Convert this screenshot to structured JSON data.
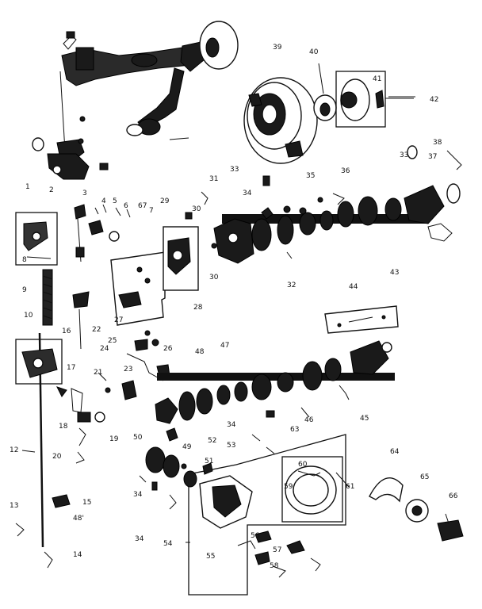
{
  "diagram": {
    "part_labels": [
      {
        "id": "p1",
        "text": "1"
      },
      {
        "id": "p2",
        "text": "2"
      },
      {
        "id": "p3",
        "text": "3"
      },
      {
        "id": "p4",
        "text": "4"
      },
      {
        "id": "p5",
        "text": "5"
      },
      {
        "id": "p6",
        "text": "6"
      },
      {
        "id": "p67",
        "text": "67"
      },
      {
        "id": "p7",
        "text": "7"
      },
      {
        "id": "p8",
        "text": "8"
      },
      {
        "id": "p9",
        "text": "9"
      },
      {
        "id": "p10",
        "text": "10"
      },
      {
        "id": "p16",
        "text": "16"
      },
      {
        "id": "p22",
        "text": "22"
      },
      {
        "id": "p17",
        "text": "17"
      },
      {
        "id": "p21",
        "text": "21"
      },
      {
        "id": "p23",
        "text": "23"
      },
      {
        "id": "p24",
        "text": "24"
      },
      {
        "id": "p25",
        "text": "25"
      },
      {
        "id": "p26",
        "text": "26"
      },
      {
        "id": "p27",
        "text": "27"
      },
      {
        "id": "p28",
        "text": "28"
      },
      {
        "id": "p29",
        "text": "29"
      },
      {
        "id": "p30a",
        "text": "30"
      },
      {
        "id": "p30b",
        "text": "30"
      },
      {
        "id": "p31",
        "text": "31"
      },
      {
        "id": "p33a",
        "text": "33"
      },
      {
        "id": "p34a",
        "text": "34"
      },
      {
        "id": "p35",
        "text": "35"
      },
      {
        "id": "p36",
        "text": "36"
      },
      {
        "id": "p32",
        "text": "32"
      },
      {
        "id": "p39",
        "text": "39"
      },
      {
        "id": "p40",
        "text": "40"
      },
      {
        "id": "p41",
        "text": "41"
      },
      {
        "id": "p42",
        "text": "42"
      },
      {
        "id": "p33b",
        "text": "33"
      },
      {
        "id": "p37",
        "text": "37"
      },
      {
        "id": "p38",
        "text": "38"
      },
      {
        "id": "p43",
        "text": "43"
      },
      {
        "id": "p44",
        "text": "44"
      },
      {
        "id": "p45",
        "text": "45"
      },
      {
        "id": "p46",
        "text": "46"
      },
      {
        "id": "p47",
        "text": "47"
      },
      {
        "id": "p48a",
        "text": "48"
      },
      {
        "id": "p63",
        "text": "63"
      },
      {
        "id": "p34b",
        "text": "34"
      },
      {
        "id": "p18",
        "text": "18"
      },
      {
        "id": "p19",
        "text": "19"
      },
      {
        "id": "p50",
        "text": "50"
      },
      {
        "id": "p49",
        "text": "49"
      },
      {
        "id": "p52",
        "text": "52"
      },
      {
        "id": "p53",
        "text": "53"
      },
      {
        "id": "p51",
        "text": "51"
      },
      {
        "id": "p12",
        "text": "12"
      },
      {
        "id": "p20",
        "text": "20"
      },
      {
        "id": "p34c",
        "text": "34"
      },
      {
        "id": "p13",
        "text": "13"
      },
      {
        "id": "p15",
        "text": "15"
      },
      {
        "id": "p48b",
        "text": "48'"
      },
      {
        "id": "p14",
        "text": "14"
      },
      {
        "id": "p34d",
        "text": "34"
      },
      {
        "id": "p54",
        "text": "54"
      },
      {
        "id": "p55",
        "text": "55"
      },
      {
        "id": "p56",
        "text": "56"
      },
      {
        "id": "p57",
        "text": "57"
      },
      {
        "id": "p58",
        "text": "58"
      },
      {
        "id": "p59",
        "text": "59"
      },
      {
        "id": "p60",
        "text": "60"
      },
      {
        "id": "p61",
        "text": "61"
      },
      {
        "id": "p64",
        "text": "64"
      },
      {
        "id": "p65",
        "text": "65"
      },
      {
        "id": "p66",
        "text": "66"
      }
    ]
  }
}
